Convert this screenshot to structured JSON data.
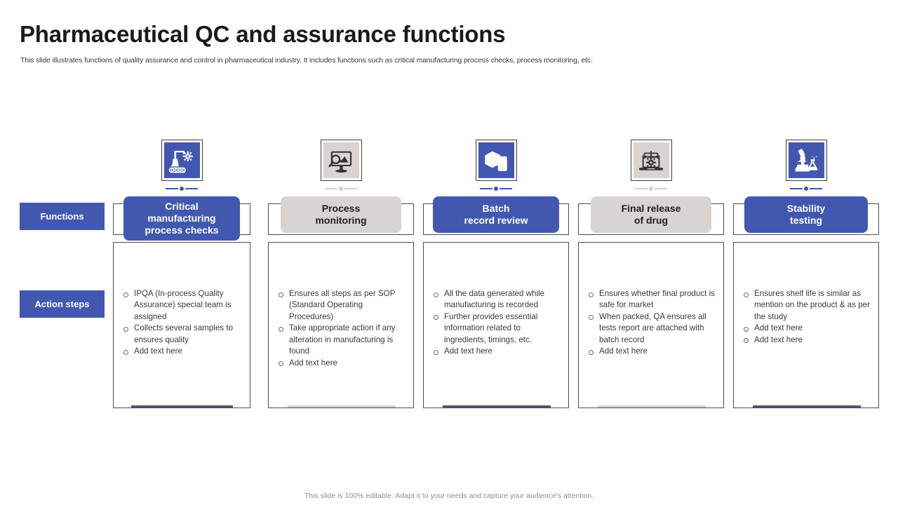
{
  "header": {
    "title": "Pharmaceutical QC and assurance functions",
    "subtitle": "This slide illustrates functions of quality assurance and control in pharmaceutical industry. It includes functions such as critical manufacturing process checks, process monitoring, etc."
  },
  "row_labels": {
    "functions": "Functions",
    "action_steps": "Action steps"
  },
  "colors": {
    "blue": "#4258b0",
    "grey": "#d7d4d1",
    "accent_blue": "#4b5575",
    "accent_grey": "#d8d5d2",
    "border": "#4c4c4c"
  },
  "columns": [
    {
      "icon": "robotic-arm-gear-icon",
      "theme": "blue",
      "title": "Critical manufacturing process checks",
      "title_lines": [
        "Critical",
        "manufacturing",
        "process checks"
      ],
      "bullets": [
        "IPQA (In-process Quality Assurance) special team is assigned",
        "Collects several samples to ensures quality",
        "Add text here"
      ]
    },
    {
      "icon": "monitor-magnifier-icon",
      "theme": "grey",
      "title": "Process monitoring",
      "title_lines": [
        "Process",
        "monitoring"
      ],
      "bullets": [
        "Ensures all steps as per SOP (Standard Operating Procedures)",
        "Take appropriate action if any alteration in manufacturing is found",
        "Add text here"
      ]
    },
    {
      "icon": "package-smartphone-scan-icon",
      "theme": "blue",
      "title": "Batch record review",
      "title_lines": [
        "Batch",
        "record review"
      ],
      "bullets": [
        "All the data generated while manufacturing is recorded",
        "Further provides essential information related to ingredients, timings, etc.",
        "Add text here"
      ]
    },
    {
      "icon": "laptop-gear-arrows-icon",
      "theme": "grey",
      "title": "Final release of drug",
      "title_lines": [
        "Final release",
        "of drug"
      ],
      "bullets": [
        "Ensures whether final product is safe for market",
        "When packed, QA ensures all tests report are attached with batch record",
        "Add text here"
      ]
    },
    {
      "icon": "microscope-flask-icon",
      "theme": "blue",
      "title": "Stability testing",
      "title_lines": [
        "Stability",
        "testing"
      ],
      "bullets": [
        "Ensures shelf life is similar as mention on the product & as per the study",
        "Add text here",
        "Add text here"
      ]
    }
  ],
  "footer": {
    "note": "This slide is 100% editable. Adapt it to your needs and capture your audience's attention."
  }
}
